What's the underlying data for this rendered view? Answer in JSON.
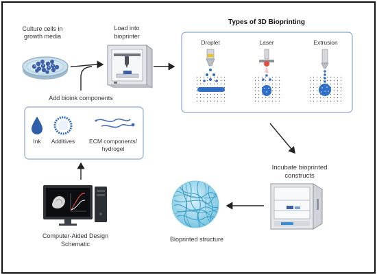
{
  "labels": {
    "culture": [
      "Culture cells in",
      "growth media"
    ],
    "load": [
      "Load into",
      "bioprinter"
    ],
    "types_title": "Types of 3D Bioprinting",
    "droplet": "Droplet",
    "laser": "Laser",
    "extrusion": "Extrusion",
    "add_bioink": "Add bioink components",
    "ink": "Ink",
    "additives": "Additives",
    "ecm": [
      "ECM components/",
      "hydrogel"
    ],
    "incubate": [
      "Incubate bioprinted",
      "constructs"
    ],
    "cad": [
      "Computer-Aided Design",
      "Schematic"
    ],
    "structure": "Bioprinted structure"
  },
  "colors": {
    "accent_blue": "#2f6fc7",
    "panel_border": "#8aa6d6",
    "cell_blue": "#3b5fa8",
    "fiber_blue": "#5fb7d8",
    "text": "#333333",
    "arrow": "#222222"
  }
}
